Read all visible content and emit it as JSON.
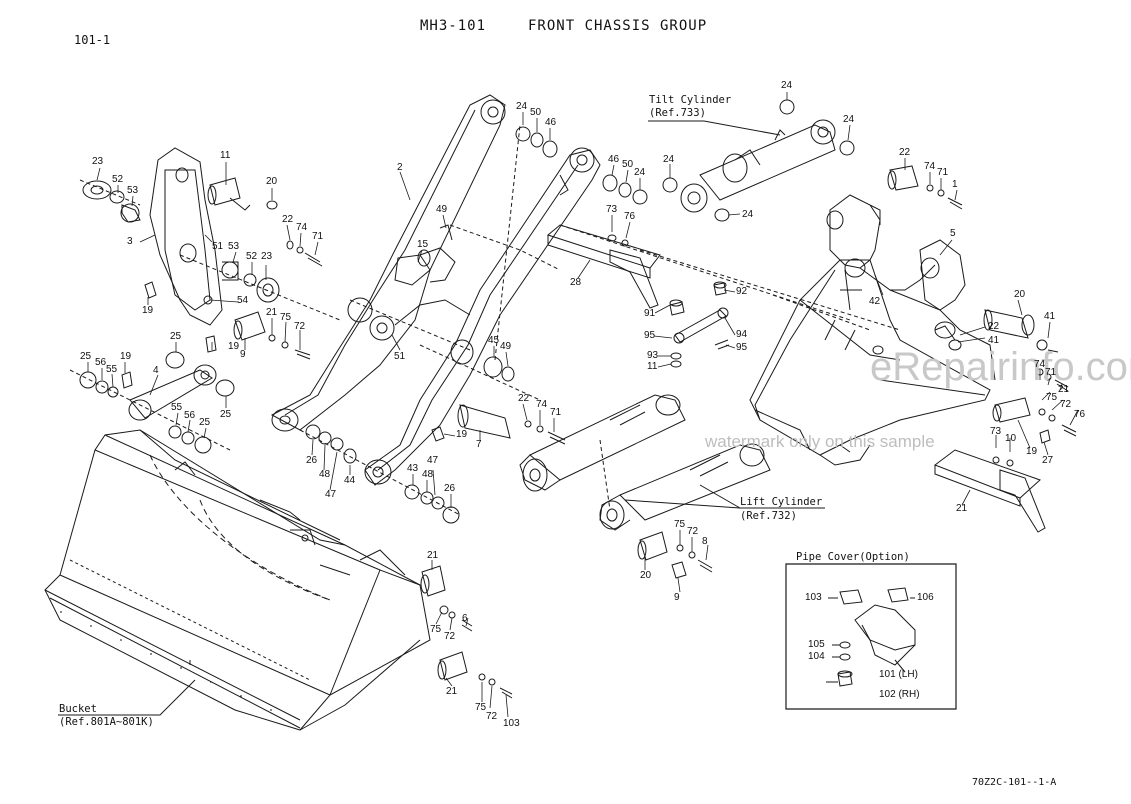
{
  "header": {
    "page_ref": "101-1",
    "group_code": "MH3-101",
    "group_title": "FRONT CHASSIS GROUP"
  },
  "callouts": {
    "tilt_cylinder": {
      "name": "Tilt Cylinder",
      "ref": "(Ref.733)"
    },
    "lift_cylinder": {
      "name": "Lift Cylinder",
      "ref": "(Ref.732)"
    },
    "bucket": {
      "name": "Bucket",
      "ref": "(Ref.801A~801K)"
    },
    "pipe_cover": {
      "title": "Pipe Cover(Option)",
      "lh": "101 (LH)",
      "rh": "102 (RH)"
    }
  },
  "watermark": {
    "brand": "eRepairinfo.com",
    "note": "watermark only on this sample"
  },
  "footer": {
    "drawing_code": "70Z2C-101--1-A"
  },
  "part_numbers": [
    "23",
    "52",
    "53",
    "3",
    "19",
    "11",
    "20",
    "22",
    "74",
    "71",
    "51",
    "53",
    "52",
    "23",
    "54",
    "21",
    "9",
    "75",
    "72",
    "19",
    "25",
    "25",
    "56",
    "55",
    "19",
    "4",
    "55",
    "56",
    "25",
    "25",
    "2",
    "49",
    "15",
    "51",
    "24",
    "50",
    "46",
    "46",
    "50",
    "24",
    "45",
    "49",
    "22",
    "74",
    "71",
    "19",
    "7",
    "26",
    "48",
    "47",
    "44",
    "43",
    "48",
    "47",
    "26",
    "24",
    "24",
    "24",
    "24",
    "73",
    "76",
    "28",
    "92",
    "91",
    "95",
    "94",
    "95",
    "93",
    "11",
    "22",
    "74",
    "71",
    "1",
    "5",
    "20",
    "41",
    "42",
    "41",
    "22",
    "74",
    "71",
    "21",
    "75",
    "72",
    "76",
    "73",
    "10",
    "19",
    "27",
    "21",
    "75",
    "72",
    "8",
    "20",
    "9",
    "21",
    "75",
    "72",
    "6",
    "21",
    "75",
    "72",
    "103",
    "103",
    "106",
    "105",
    "104"
  ]
}
